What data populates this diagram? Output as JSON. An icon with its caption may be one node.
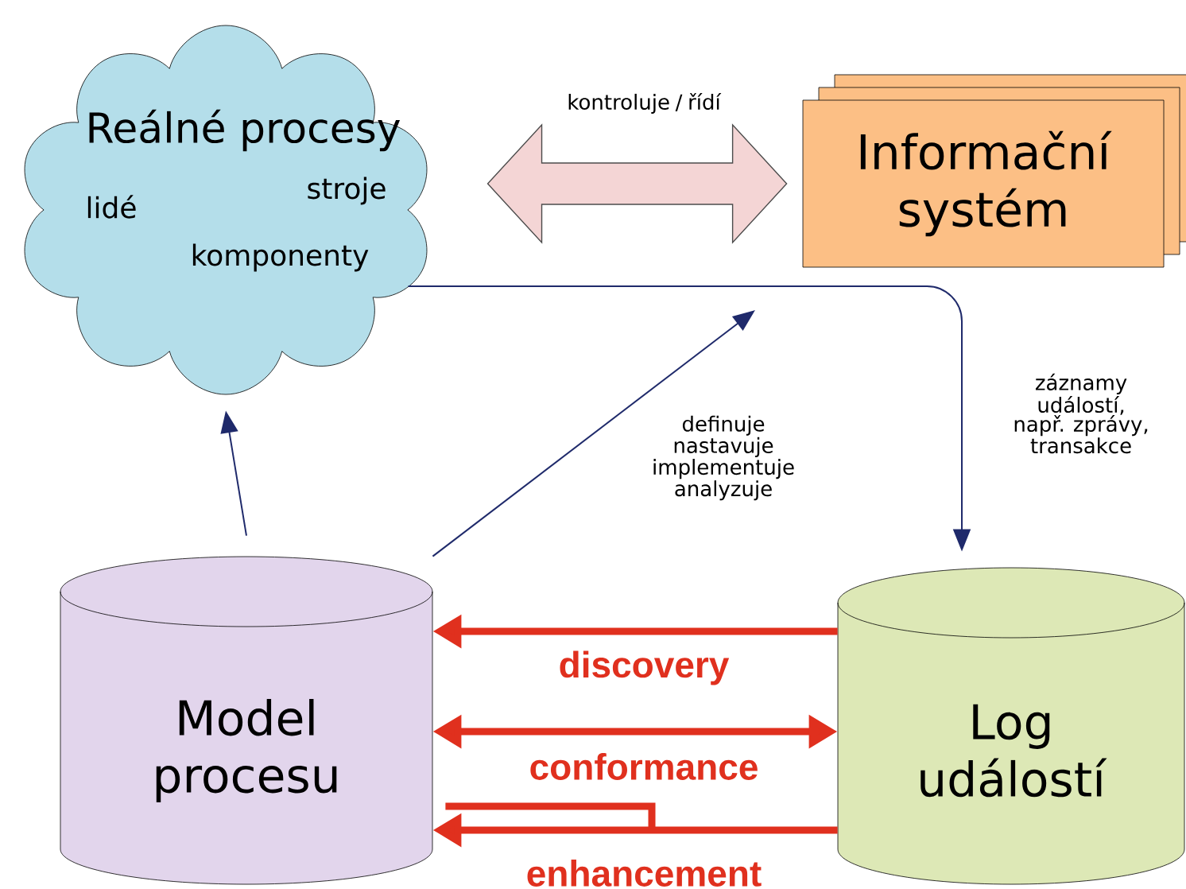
{
  "diagram": {
    "nodes": [
      {
        "text": [
          "Reálné procesy",
          "lidé",
          "stroje",
          "komponenty"
        ]
      },
      {
        "text": [
          "Informační systém"
        ]
      },
      {
        "text": [
          "Model procesu"
        ]
      },
      {
        "text": [
          "Log událostí"
        ]
      }
    ],
    "edges": [
      {
        "from": 0,
        "to": 1,
        "arrow": "both",
        "label": "kontroluje / řídí",
        "style": "thick",
        "color": "#f4d5d5"
      },
      {
        "from": 0,
        "to": 3,
        "arrow": "to",
        "label": "záznamy událostí, např. zprávy, transakce"
      },
      {
        "from": 2,
        "to": null,
        "arrow": "to",
        "label": "definuje nastavuje implementuje analyzuje"
      },
      {
        "from": 2,
        "to": 0,
        "arrow": "to"
      },
      {
        "from": 3,
        "to": 2,
        "arrow": "to",
        "label": "discovery",
        "style": "thick",
        "color": "#e0301e"
      },
      {
        "from": 2,
        "to": 3,
        "arrow": "both",
        "label": "conformance",
        "style": "thick",
        "color": "#e0301e"
      },
      {
        "from": 3,
        "to": 2,
        "arrow": "to",
        "label": "enhancement",
        "style": "thick",
        "color": "#e0301e"
      }
    ]
  }
}
